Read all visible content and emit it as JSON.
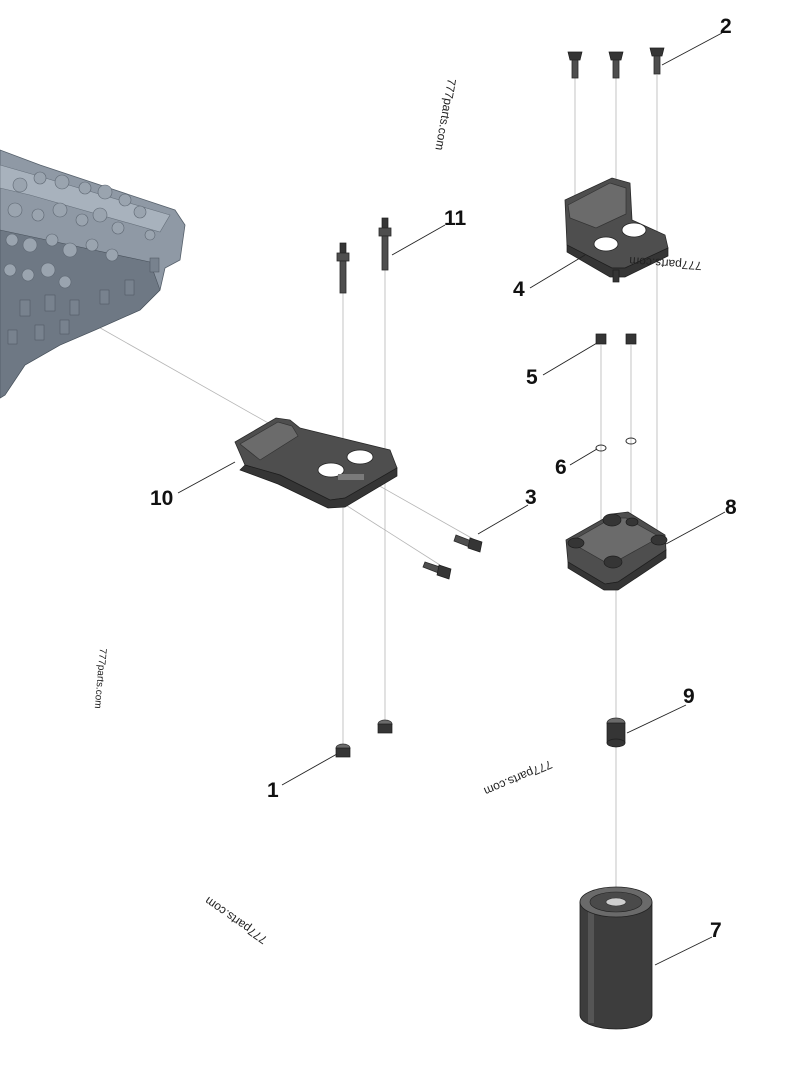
{
  "diagram": {
    "callouts": [
      "1",
      "2",
      "3",
      "4",
      "5",
      "6",
      "7",
      "8",
      "9",
      "10",
      "11"
    ],
    "watermark": "777parts.com"
  }
}
